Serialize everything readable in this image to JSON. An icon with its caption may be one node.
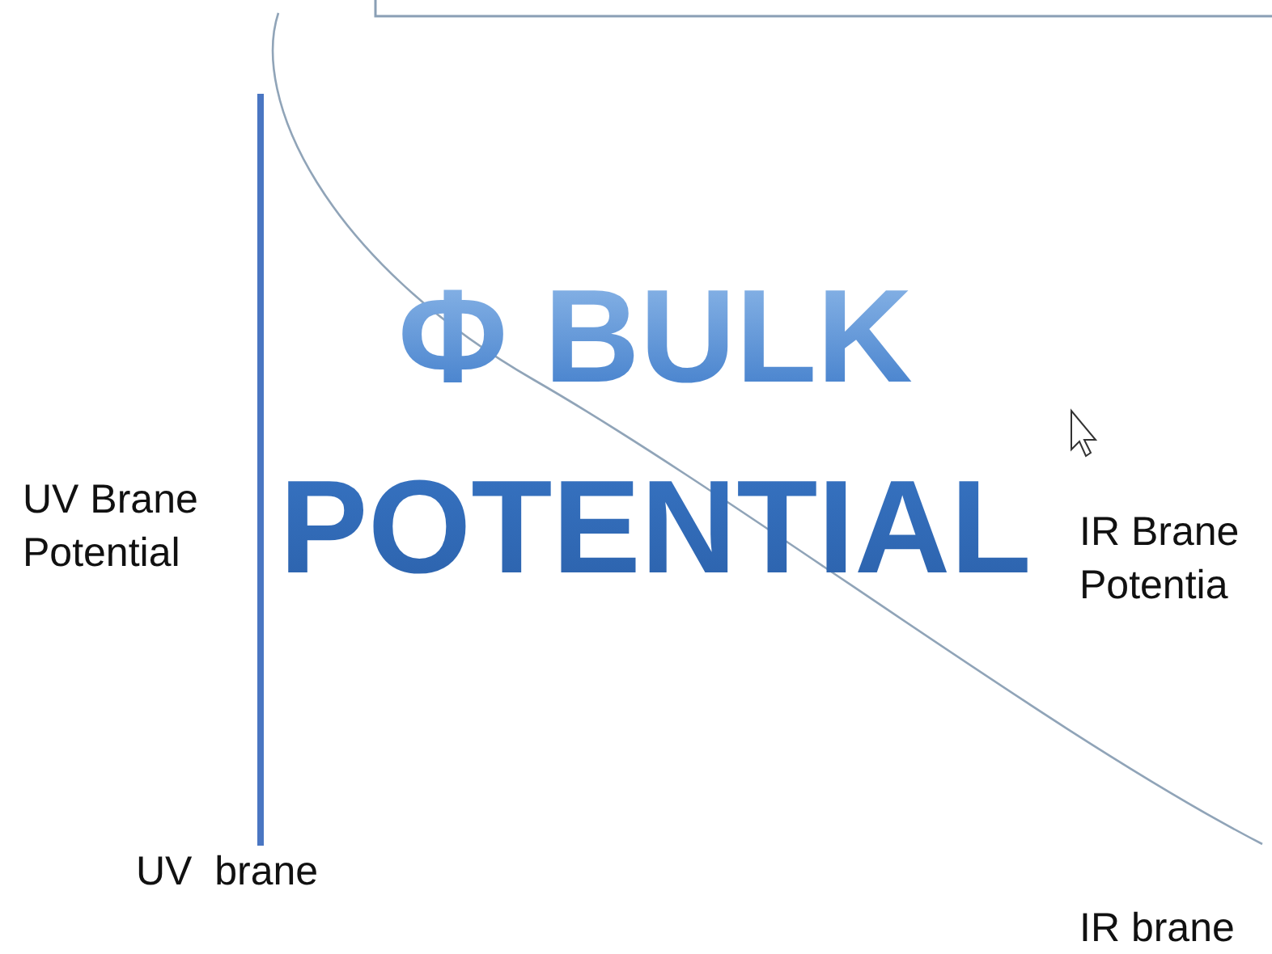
{
  "diagram": {
    "title": "Φ BULK POTENTIAL",
    "labels": [
      "UV Brane Potential",
      "IR Brane Potentia",
      "UV  brane",
      "IR brane"
    ]
  }
}
